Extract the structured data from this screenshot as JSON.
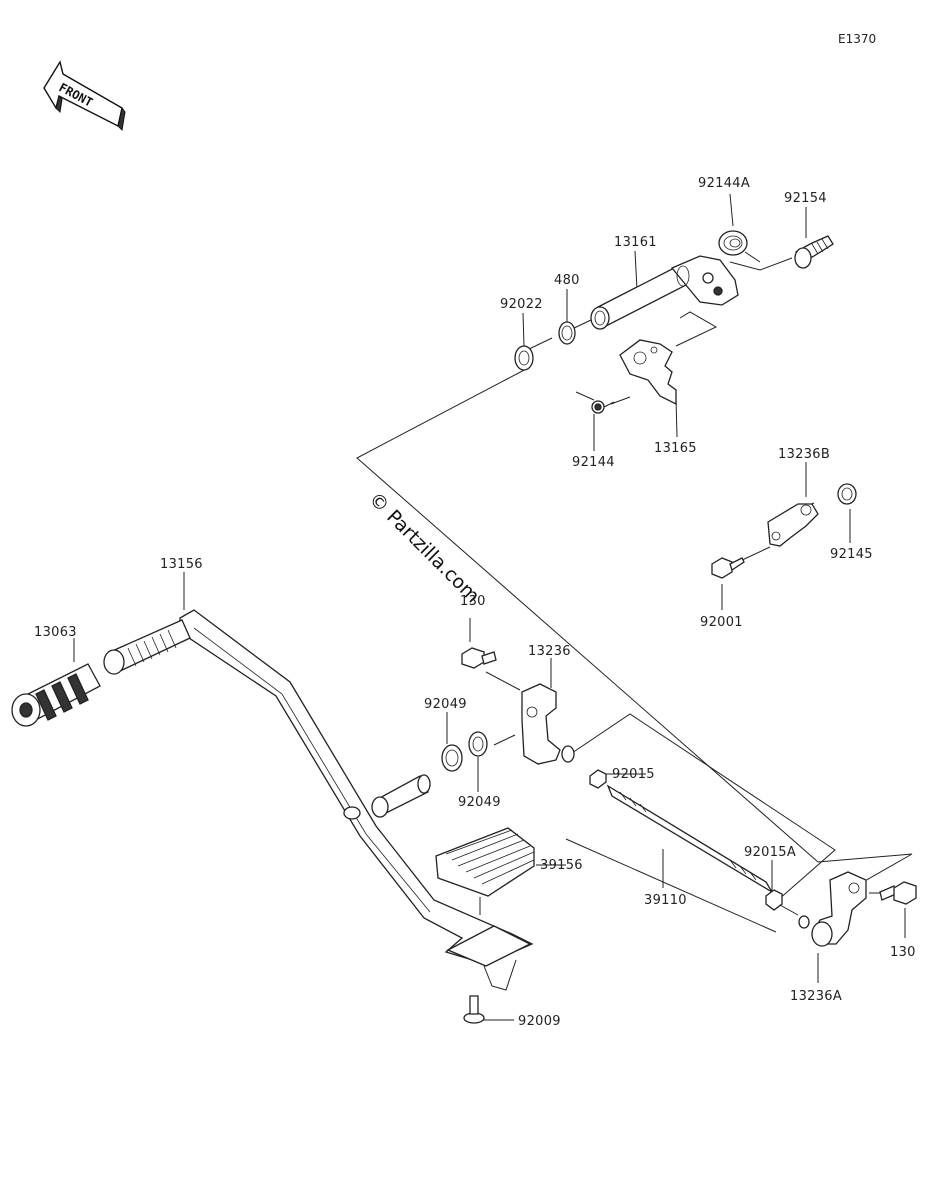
{
  "diagram_code": "E1370",
  "front_label": "FRONT",
  "watermark": "© Partzilla.com",
  "parts": {
    "p92144A": "92144A",
    "p92154": "92154",
    "p13161": "13161",
    "p480": "480",
    "p92022": "92022",
    "p92144": "92144",
    "p13165": "13165",
    "p13236B": "13236B",
    "p92145": "92145",
    "p92001": "92001",
    "p13156": "13156",
    "p13063": "13063",
    "p130a": "130",
    "p13236": "13236",
    "p92049a": "92049",
    "p92049b": "92049",
    "p92015": "92015",
    "p39156": "39156",
    "p39110": "39110",
    "p92015A": "92015A",
    "p130b": "130",
    "p13236A": "13236A",
    "p92009": "92009"
  }
}
